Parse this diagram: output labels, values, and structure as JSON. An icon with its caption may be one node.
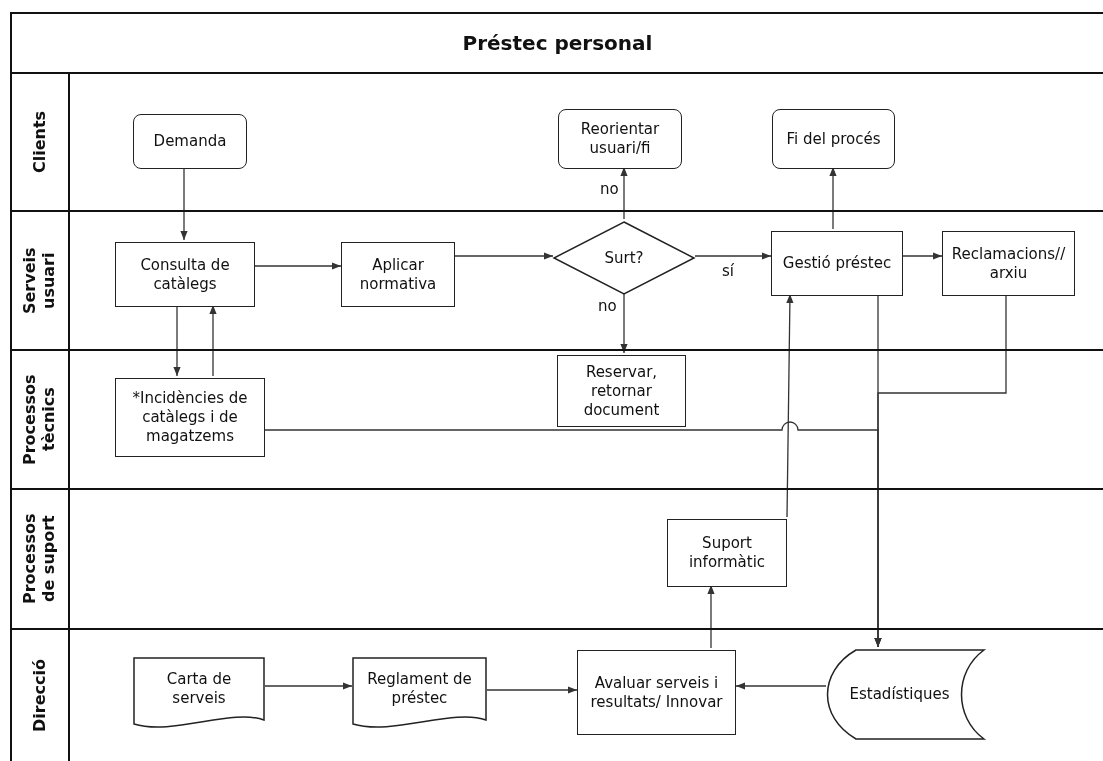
{
  "diagram": {
    "title": "Préstec personal",
    "nodes": [
      {
        "text": [
          "Clients"
        ]
      },
      {
        "text": [
          "Serveis usuari"
        ]
      },
      {
        "text": [
          "Processos tècnics"
        ]
      },
      {
        "text": [
          "Processos de suport"
        ]
      },
      {
        "text": [
          "Direcció"
        ]
      },
      {
        "text": [
          "Demanda"
        ],
        "in": 0
      },
      {
        "text": [
          "Reorientar usuari/fi"
        ],
        "in": 0
      },
      {
        "text": [
          "Fi del procés"
        ],
        "in": 0
      },
      {
        "text": [
          "Consulta de catàlegs"
        ],
        "in": 1
      },
      {
        "text": [
          "Aplicar normativa"
        ],
        "in": 1
      },
      {
        "text": [
          "Surt?"
        ],
        "in": 1
      },
      {
        "text": [
          "Gestió préstec"
        ],
        "in": 1
      },
      {
        "text": [
          "Reclamacions// arxiu"
        ],
        "in": 1
      },
      {
        "text": [
          "Reservar, retornar document"
        ],
        "in": 2
      },
      {
        "text": [
          "*Incidències de catàlegs i de magatzems"
        ],
        "in": 2
      },
      {
        "text": [
          "Suport informàtic"
        ],
        "in": 3
      },
      {
        "text": [
          "Carta de serveis"
        ],
        "in": 4
      },
      {
        "text": [
          "Reglament de préstec"
        ],
        "in": 4
      },
      {
        "text": [
          "Avaluar serveis i resultats/ Innovar"
        ],
        "in": 4
      },
      {
        "text": [
          "Estadístiques"
        ],
        "in": 4
      }
    ],
    "edges": [
      {
        "from": 5,
        "to": 8,
        "arrow": "to"
      },
      {
        "from": 8,
        "to": 9,
        "arrow": "to"
      },
      {
        "from": 9,
        "to": 10,
        "arrow": "to"
      },
      {
        "from": 10,
        "to": 6,
        "arrow": "to",
        "label": "no"
      },
      {
        "from": 10,
        "to": 11,
        "arrow": "to",
        "label": "sí"
      },
      {
        "from": 10,
        "to": 13,
        "arrow": "to",
        "label": "no"
      },
      {
        "from": 11,
        "to": 7,
        "arrow": "to"
      },
      {
        "from": 11,
        "to": 12,
        "arrow": "to"
      },
      {
        "from": 8,
        "to": 14,
        "arrow": "to"
      },
      {
        "from": 14,
        "to": 8,
        "arrow": "to"
      },
      {
        "from": 12,
        "to": 19,
        "arrow": "to"
      },
      {
        "from": 14,
        "to": 19,
        "arrow": "to"
      },
      {
        "from": 11,
        "to": 19,
        "arrow": "to"
      },
      {
        "from": 15,
        "to": 11,
        "arrow": "to"
      },
      {
        "from": 18,
        "to": 15,
        "arrow": "to"
      },
      {
        "from": 16,
        "to": 17,
        "arrow": "to"
      },
      {
        "from": 17,
        "to": 18,
        "arrow": "to"
      },
      {
        "from": 19,
        "to": 18,
        "arrow": "to"
      }
    ]
  }
}
